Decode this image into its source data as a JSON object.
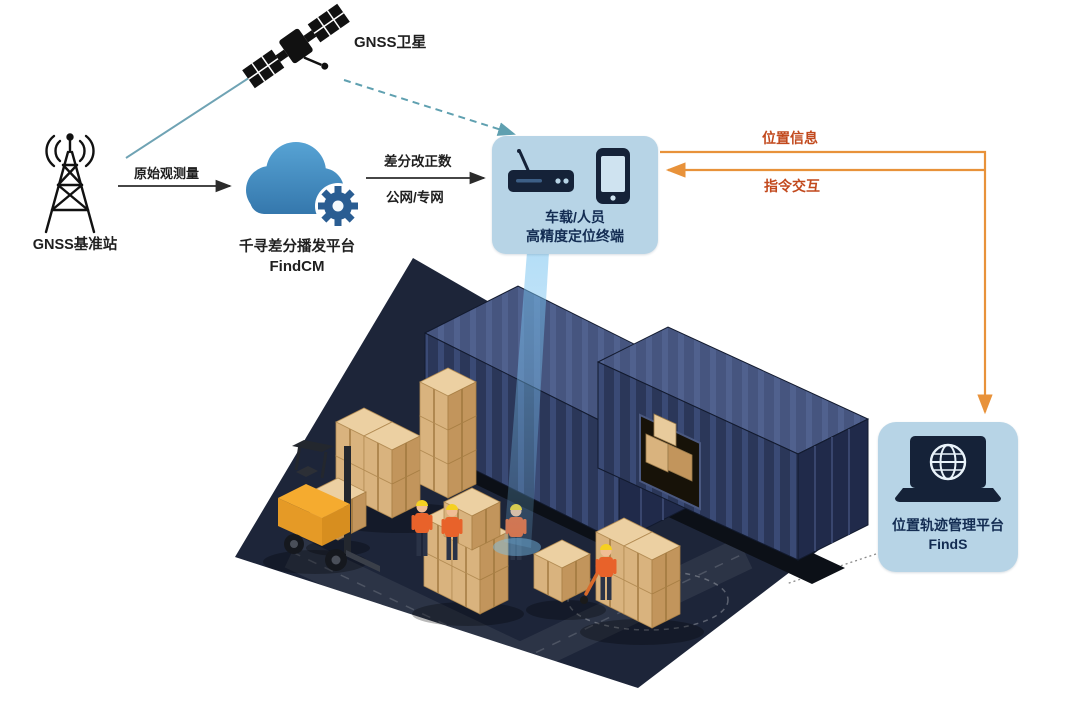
{
  "colors": {
    "panel_blue": "#b7d4e6",
    "cloud_blue": "#3f8cc0",
    "accent_orange": "#e8923a",
    "label_orange": "#c2491d",
    "container_navy": "#2b3759",
    "link_teal": "#6fa3b4",
    "floor_navy": "#1d2539"
  },
  "nodes": {
    "satellite": {
      "label": "GNSS卫星",
      "icon": "satellite-icon"
    },
    "base_station": {
      "label": "GNSS基准站",
      "icon": "radio-tower-icon"
    },
    "cloud_platform": {
      "name": "千寻差分播发平台",
      "product": "FindCM",
      "icon": "cloud-gear-icon"
    },
    "terminal": {
      "line1": "车载/人员",
      "line2": "高精度定位终端",
      "icons": [
        "router-icon",
        "smartphone-icon"
      ]
    },
    "management_platform": {
      "name": "位置轨迹管理平台",
      "product": "FindS",
      "icon": "laptop-globe-icon"
    }
  },
  "links": {
    "raw_observation": {
      "label": "原始观测量",
      "from": "base_station",
      "to": "cloud_platform"
    },
    "correction": {
      "line1": "差分改正数",
      "line2": "公网/专网",
      "from": "cloud_platform",
      "to": "terminal"
    },
    "satellite_to_base": {
      "style": "solid"
    },
    "satellite_to_terminal": {
      "style": "dashed"
    },
    "position_info": {
      "label": "位置信息",
      "from": "terminal",
      "to": "management_platform"
    },
    "command_interaction": {
      "label": "指令交互",
      "from": "management_platform",
      "to": "terminal"
    }
  }
}
